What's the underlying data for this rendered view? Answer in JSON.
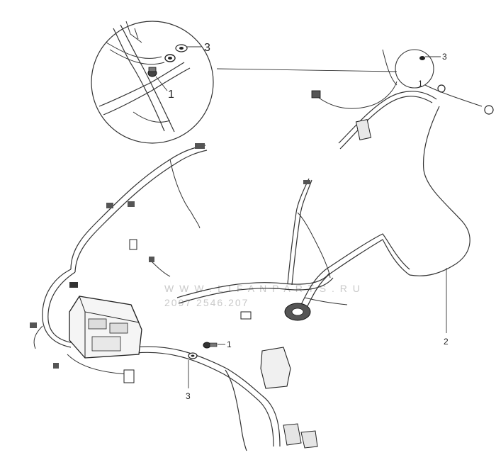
{
  "diagram": {
    "callouts": {
      "detail_bolt": "1",
      "detail_clip": "3",
      "small_clip": "3",
      "small_bolt": "1",
      "main_bolt": "1",
      "main_clip": "3",
      "harness": "2"
    },
    "watermark": {
      "line1": "W W W . L I F A N P A R T S . R U",
      "line2": "2097 2546.207"
    }
  }
}
